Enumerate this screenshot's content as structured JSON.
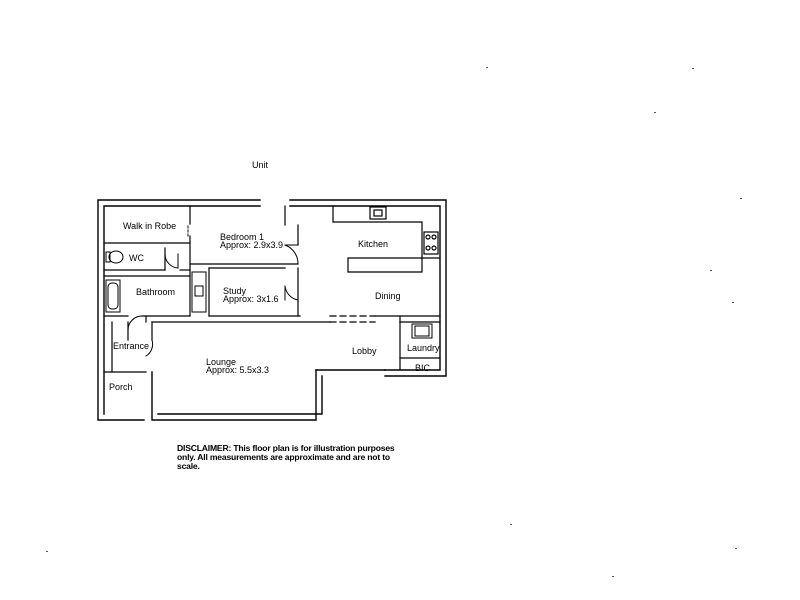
{
  "title": "Unit",
  "rooms": {
    "walk_in_robe": "Walk in Robe",
    "wc": "WC",
    "bathroom": "Bathroom",
    "entrance": "Entrance",
    "porch": "Porch",
    "bedroom": {
      "name": "Bedroom 1",
      "size": "Approx: 2.9x3.9"
    },
    "study": {
      "name": "Study",
      "size": "Approx: 3x1.6"
    },
    "kitchen": "Kitchen",
    "dining": "Dining",
    "lobby": "Lobby",
    "laundry": "Laundry",
    "bic": "BIC",
    "lounge": {
      "name": "Lounge",
      "size": "Approx: 5.5x3.3"
    }
  },
  "disclaimer": "DISCLAIMER: This floor plan is for illustration purposes only. All measurements are approximate and are not to scale.",
  "colors": {
    "line": "#000000",
    "background": "#ffffff"
  }
}
